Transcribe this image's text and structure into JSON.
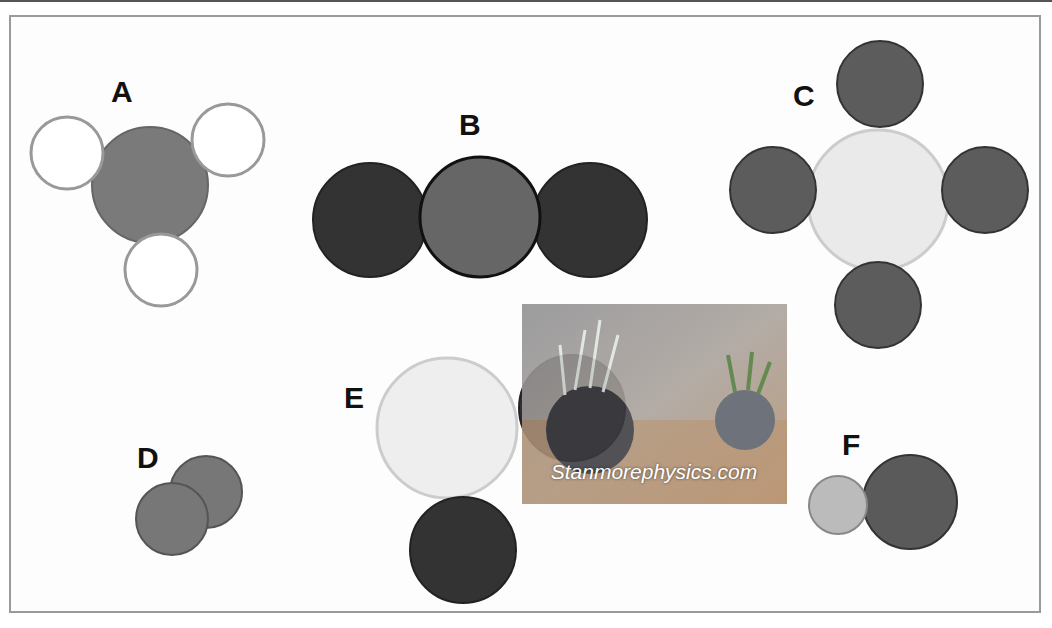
{
  "diagram": {
    "labels": [
      "A",
      "B",
      "C",
      "D",
      "E",
      "F",
      "Stanmorephysics.com"
    ]
  }
}
